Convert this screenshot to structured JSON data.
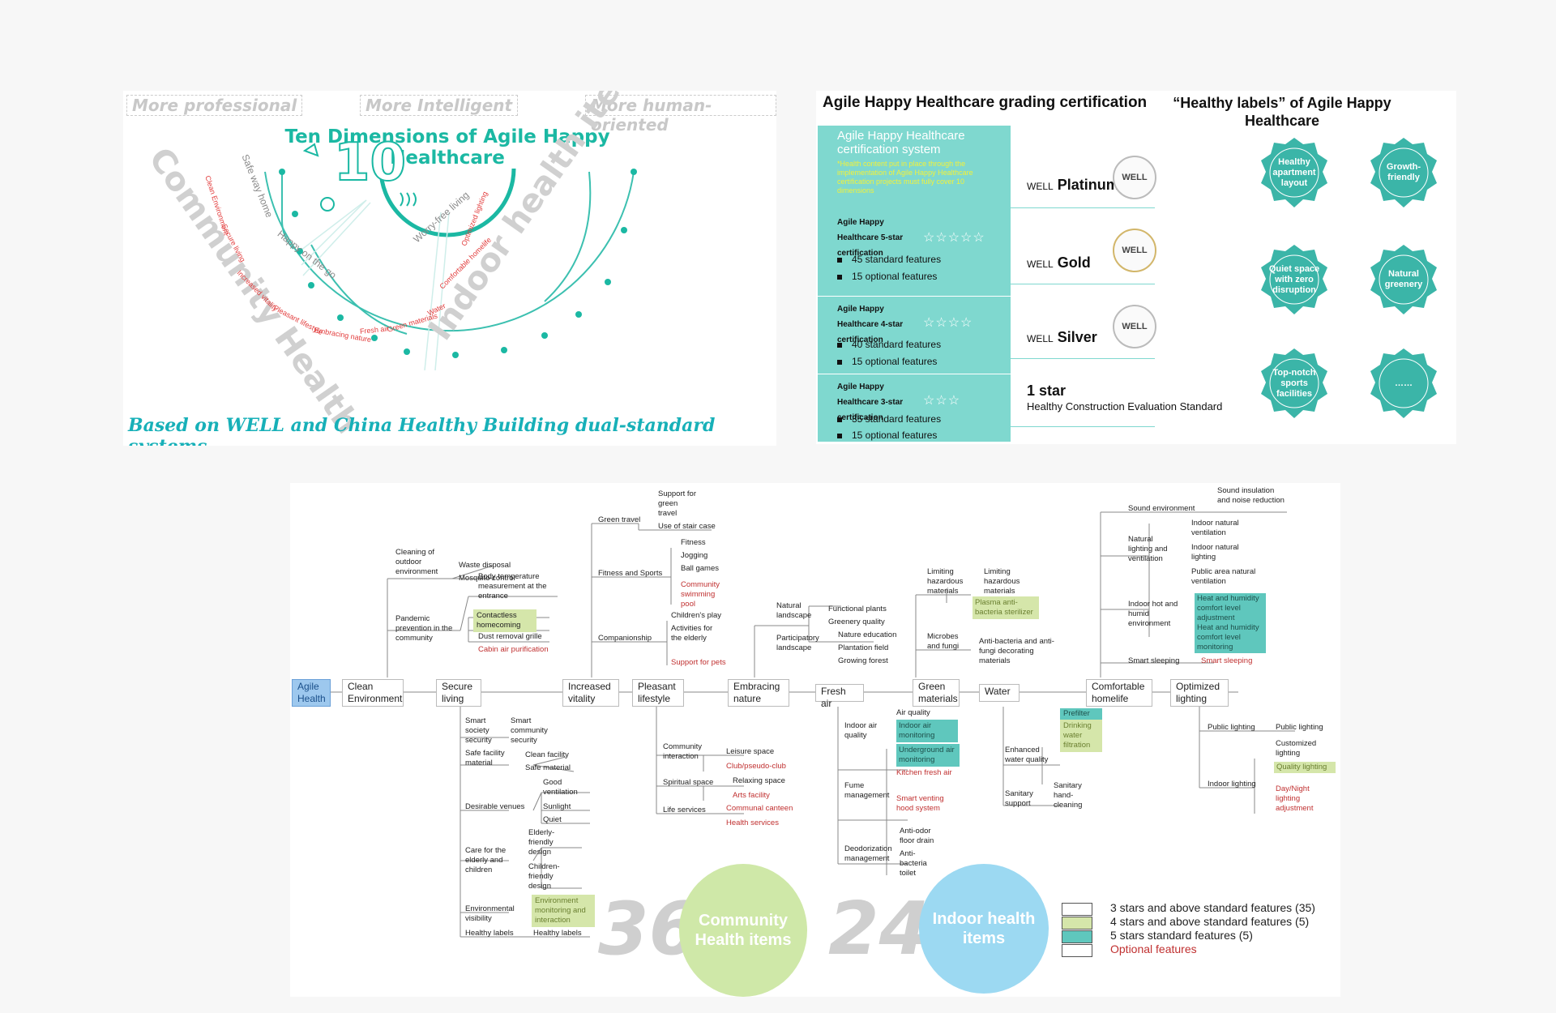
{
  "panel1": {
    "tags": [
      "More  professional",
      "More  Intelligent",
      "More  human-oriented"
    ],
    "title": "Ten Dimensions of Agile Happy Healthcare",
    "center_number": "10",
    "community_health": "Community Health",
    "indoor_health_items": "Indoor health items",
    "safe_way_home": "Safe way home",
    "happy_on_the_go": "Happy on the go",
    "worry_free_living": "Worry-free living",
    "left_labels": [
      "Clean Environment",
      "Secure living",
      "Increased vitality",
      "Pleasant lifestyle",
      "Embracing nature"
    ],
    "right_labels": [
      "Fresh air",
      "Green materials",
      "Water",
      "Comfortable homelife",
      "Optimized lighting"
    ],
    "footer": "Based on WELL and China Healthy Building dual-standard systems"
  },
  "panel2": {
    "title": "Agile Happy Healthcare grading certification",
    "system_title": "Agile Happy Healthcare certification system",
    "note": "*Health content put in place through the implementation of Agile Happy Healthcare certification projects must fully cover 10 dimensions",
    "star_levels": [
      {
        "name": "Agile Happy Healthcare 5-star certification",
        "stars": "☆☆☆☆☆",
        "features": [
          "45 standard features",
          "15 optional features"
        ]
      },
      {
        "name": "Agile Happy Healthcare 4-star certification",
        "stars": "☆☆☆☆",
        "features": [
          "40 standard features",
          "15 optional features"
        ]
      },
      {
        "name": "Agile Happy Healthcare 3-star certification",
        "stars": "☆☆☆",
        "features": [
          "35 standard features",
          "15 optional features"
        ]
      }
    ],
    "well_levels": [
      {
        "prefix": "WELL",
        "name": "Platinum",
        "seal": "WELL"
      },
      {
        "prefix": "WELL",
        "name": "Gold",
        "seal": "WELL"
      },
      {
        "prefix": "WELL",
        "name": "Silver",
        "seal": "WELL"
      }
    ],
    "one_star": "1 star",
    "one_star_sub": "Healthy Construction Evaluation Standard",
    "badges_title": "“Healthy labels” of Agile Happy Healthcare",
    "badges": [
      "Healthy apartment layout",
      "Growth-friendly",
      "Quiet space with zero disruption",
      "Natural greenery",
      "Top-notch sports facilities",
      "……"
    ]
  },
  "panel3": {
    "root": "Agile Health",
    "main_nodes": [
      "Clean Environment",
      "Secure living",
      "Increased vitality",
      "Pleasant lifestyle",
      "Embracing nature",
      "Fresh air",
      "Green materials",
      "Water",
      "Comfortable homelife",
      "Optimized lighting"
    ],
    "clean": {
      "b1": "Cleaning of outdoor environment",
      "b1_items": [
        "Waste disposal",
        "Mosquito control"
      ],
      "b2": "Pandemic prevention in the community",
      "b2_items": [
        "Body temperature measurement at the entrance",
        "Contactless homecoming",
        "Dust removal grille",
        "Cabin air purification"
      ]
    },
    "secure": {
      "b1": "Smart society security",
      "b1_item": "Smart community security",
      "b2": "Safe facility material",
      "b2_items": [
        "Clean facility",
        "Safe material"
      ],
      "b3": "Desirable venues",
      "b3_items": [
        "Good ventilation",
        "Sunlight",
        "Quiet"
      ],
      "b4": "Care for the elderly and children",
      "b4_items": [
        "Elderly-friendly design",
        "Children-friendly design"
      ],
      "b5": "Environmental visibility",
      "b5_item": "Environment monitoring and interaction",
      "b6": "Healthy labels",
      "b6_item": "Healthy labels"
    },
    "vitality": {
      "b1": "Green travel",
      "b1_items": [
        "Support for green travel",
        "Use of stair case"
      ],
      "b2": "Fitness and Sports",
      "b2_items": [
        "Fitness",
        "Jogging",
        "Ball games",
        "Community swimming pool"
      ],
      "b3": "Companionship",
      "b3_items": [
        "Children's play",
        "Activities for the elderly",
        "Support for pets"
      ]
    },
    "pleasant": {
      "b1": "Community interaction",
      "b1_items": [
        "Leisure space",
        "Club/pseudo-club"
      ],
      "b2": "Spiritual space",
      "b2_items": [
        "Relaxing space",
        "Arts facility"
      ],
      "b3": "Life services",
      "b3_items": [
        "Communal canteen",
        "Health services"
      ]
    },
    "nature": {
      "b1": "Natural landscape",
      "b1_items": [
        "Functional plants",
        "Greenery quality"
      ],
      "b2": "Participatory landscape",
      "b2_items": [
        "Nature education",
        "Plantation field",
        "Growing forest"
      ]
    },
    "fresh": {
      "b1": "Indoor air quality",
      "b1_items": [
        "Air quality",
        "Indoor air monitoring",
        "Underground air monitoring"
      ],
      "b2": "Fume management",
      "b2_items": [
        "Kitchen fresh air",
        "Smart venting hood system"
      ],
      "b3": "Deodorization management",
      "b3_items": [
        "Anti-odor floor drain",
        "Anti-bacteria toilet"
      ]
    },
    "green": {
      "b1": "Limiting hazardous materials",
      "b1_items": [
        "Limiting hazardous materials",
        "Plasma anti-bacteria sterilizer"
      ],
      "b2": "Microbes and fungi",
      "b2_items": [
        "Anti-bacteria and anti-fungi decorating materials"
      ]
    },
    "water": {
      "b1": "Enhanced water quality",
      "b1_items": [
        "Prefilter",
        "Drinking water filtration"
      ],
      "b2": "Sanitary support",
      "b2_items": [
        "Sanitary hand-cleaning"
      ]
    },
    "home": {
      "b1": "Sound environment",
      "b1_item": "Sound insulation and noise reduction",
      "b2": "Natural lighting and ventilation",
      "b2_items": [
        "Indoor natural ventilation",
        "Indoor natural lighting",
        "Public area natural ventilation"
      ],
      "b3": "Indoor hot and humid environment",
      "b3_items": [
        "Heat and humidity comfort level adjustment",
        "Heat and humidity comfort level monitoring"
      ],
      "b4": "Smart sleeping",
      "b4_item": "Smart sleeping"
    },
    "lighting": {
      "b1": "Public lighting",
      "b1_item": "Public lighting",
      "b2": "Indoor lighting",
      "b2_items": [
        "Customized lighting",
        "Quality lighting",
        "Day/Night lighting adjustment"
      ]
    },
    "count_community": "36",
    "label_community": "Community Health items",
    "count_indoor": "24",
    "label_indoor": "Indoor health items",
    "legend": [
      "3 stars and above standard features (35)",
      "4 stars and above standard features (5)",
      "5 stars standard features (5)",
      "Optional features"
    ],
    "colors": {
      "green": "#d5e6aa",
      "teal": "#5fc7bd",
      "red_text": "#c03030",
      "root_blue": "#9dc8ee"
    }
  }
}
